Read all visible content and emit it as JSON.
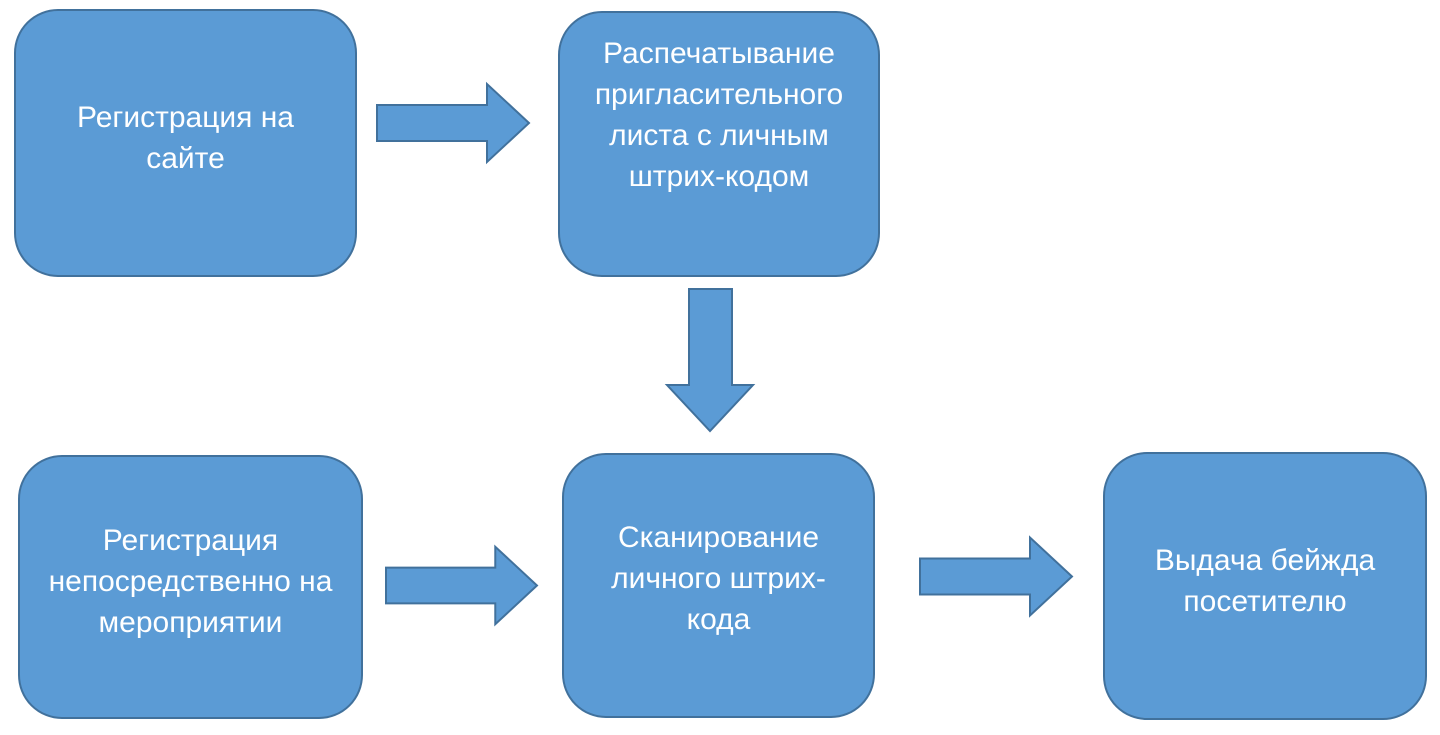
{
  "diagram": {
    "type": "flowchart",
    "colors": {
      "background": "#ffffff",
      "shape_fill": "#5b9bd5",
      "shape_border": "#41719c",
      "text_color": "#ffffff"
    },
    "nodes": [
      {
        "id": "register-website",
        "label": "Регистрация на\nсайте"
      },
      {
        "id": "print-invitation",
        "label": "Распечатывание\nпригласительного\nлиста с личным\nштрих-кодом"
      },
      {
        "id": "register-onsite",
        "label": "Регистрация\nнепосредственно на\nмероприятии"
      },
      {
        "id": "scan-barcode",
        "label": "Сканирование\nличного штрих-\nкода"
      },
      {
        "id": "issue-badge",
        "label": "Выдача бейжда\nпосетителю"
      }
    ],
    "connectors": [
      {
        "from": "register-website",
        "to": "print-invitation",
        "direction": "right"
      },
      {
        "from": "print-invitation",
        "to": "scan-barcode",
        "direction": "down"
      },
      {
        "from": "register-onsite",
        "to": "scan-barcode",
        "direction": "right"
      },
      {
        "from": "scan-barcode",
        "to": "issue-badge",
        "direction": "right"
      }
    ]
  }
}
